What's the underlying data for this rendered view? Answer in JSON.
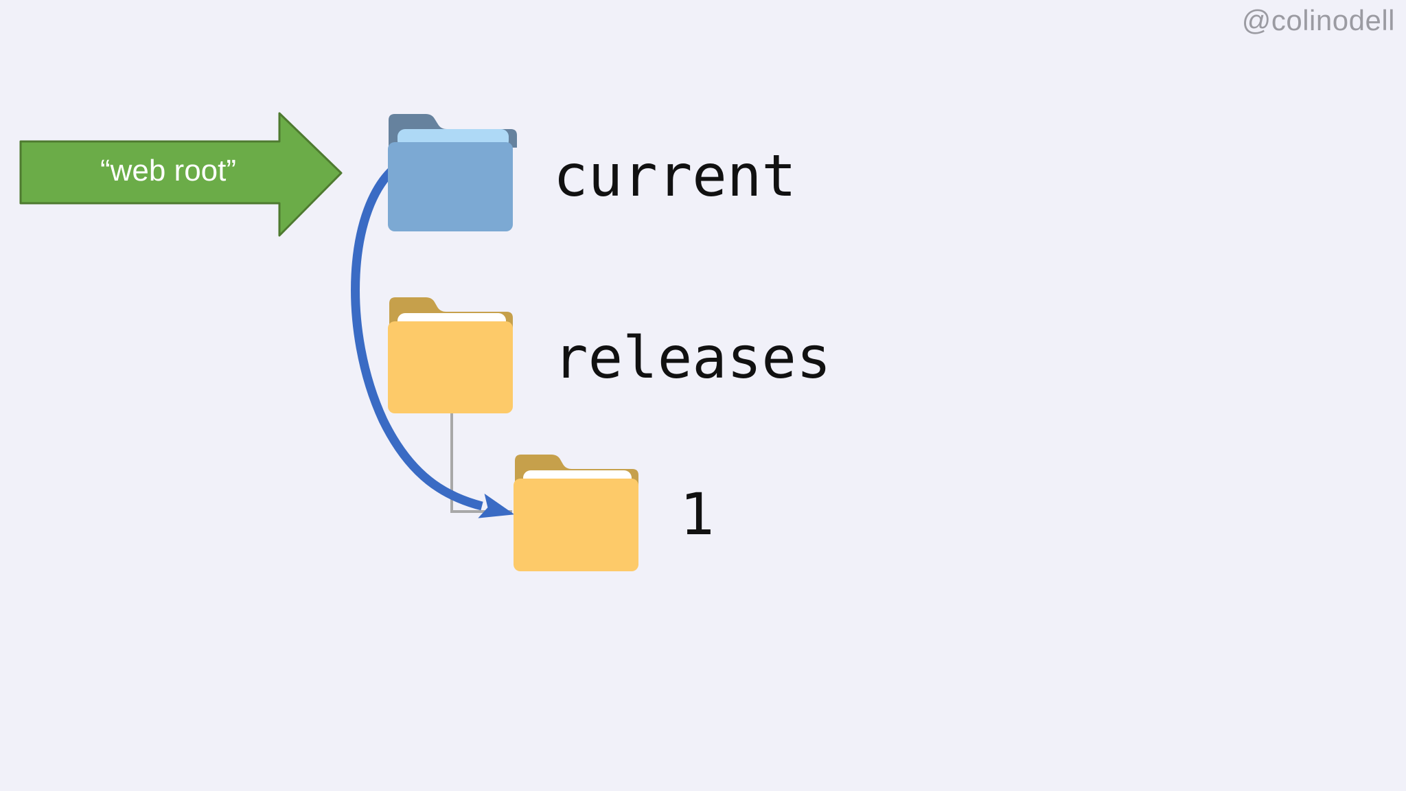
{
  "canvas": {
    "background": "#F1F1F9"
  },
  "watermark": {
    "text": "@colinodell",
    "color": "#9B9BA2"
  },
  "callout": {
    "label": "“web root”",
    "fill": "#6BAC48",
    "border": "#4E7A30",
    "text_color": "#FFFFFF"
  },
  "folders": [
    {
      "id": "current",
      "label": "current",
      "style": "blue",
      "pointed_at_by": "web-root-callout"
    },
    {
      "id": "releases",
      "label": "releases",
      "style": "yellow"
    },
    {
      "id": "1",
      "label": "1",
      "style": "yellow",
      "parent": "releases"
    }
  ],
  "symlink_arrow": {
    "from": "current",
    "to": "1",
    "color": "#3A6BC4"
  },
  "colors": {
    "blue_folder": {
      "back": "#66829E",
      "strip": "#AED9F6",
      "front": "#7CA9D3"
    },
    "yellow_folder": {
      "back": "#C6A04B",
      "strip": "#FFFFFF",
      "front": "#FDCA69"
    },
    "connector": "#A8A8A8",
    "label_text": "#111111"
  }
}
